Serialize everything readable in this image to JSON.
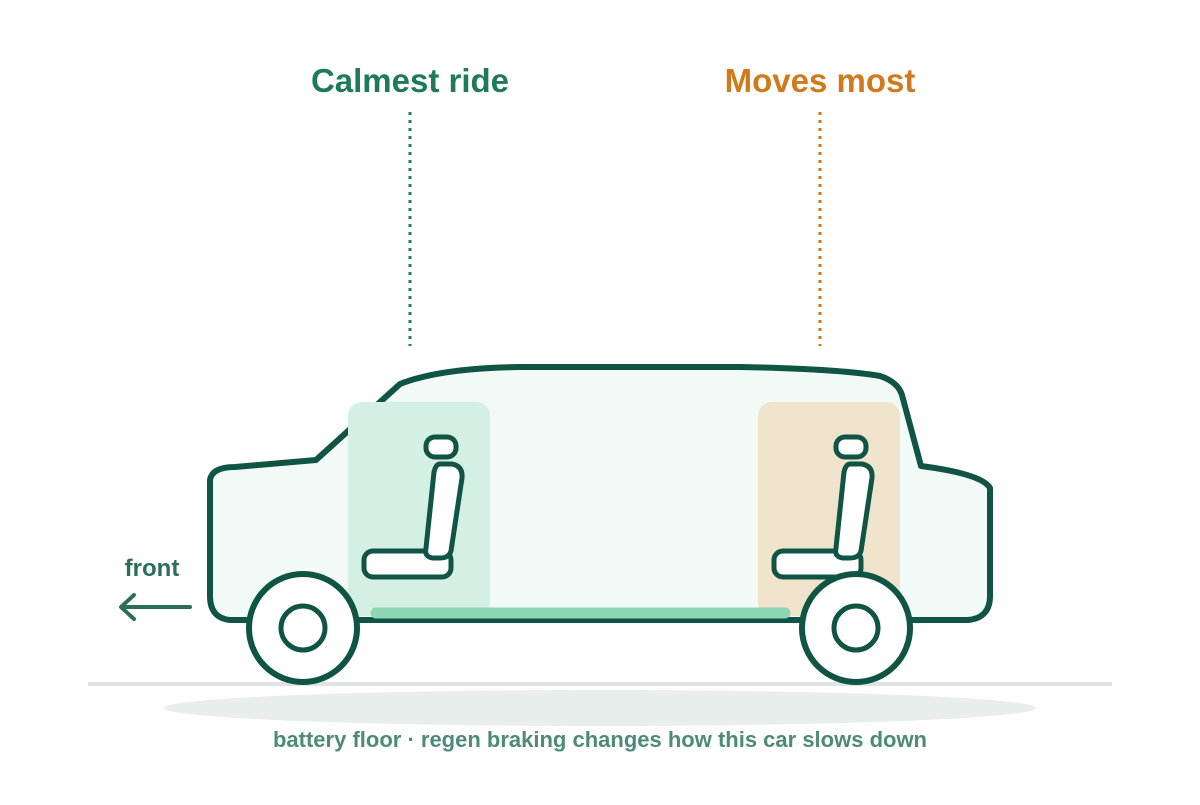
{
  "labels": {
    "calm": "Calmest ride",
    "moves": "Moves most",
    "front": "front"
  },
  "caption": "battery floor · regen braking changes how this car slows down",
  "colors": {
    "outline": "#0f5444",
    "body_fill": "#f1faf7",
    "calm_zone": "#d4efe3",
    "moves_zone": "#f0e3cc",
    "calm_text": "#1e7a57",
    "moves_text": "#d17a1c",
    "battery": "#8ed5b4",
    "ground": "#dde4e1",
    "shadow": "#e7eeeb",
    "caption": "#4d8a78"
  },
  "icons": {
    "front_seat": "car-seat-icon",
    "rear_seat": "car-seat-icon",
    "arrow": "arrow-left-icon"
  }
}
